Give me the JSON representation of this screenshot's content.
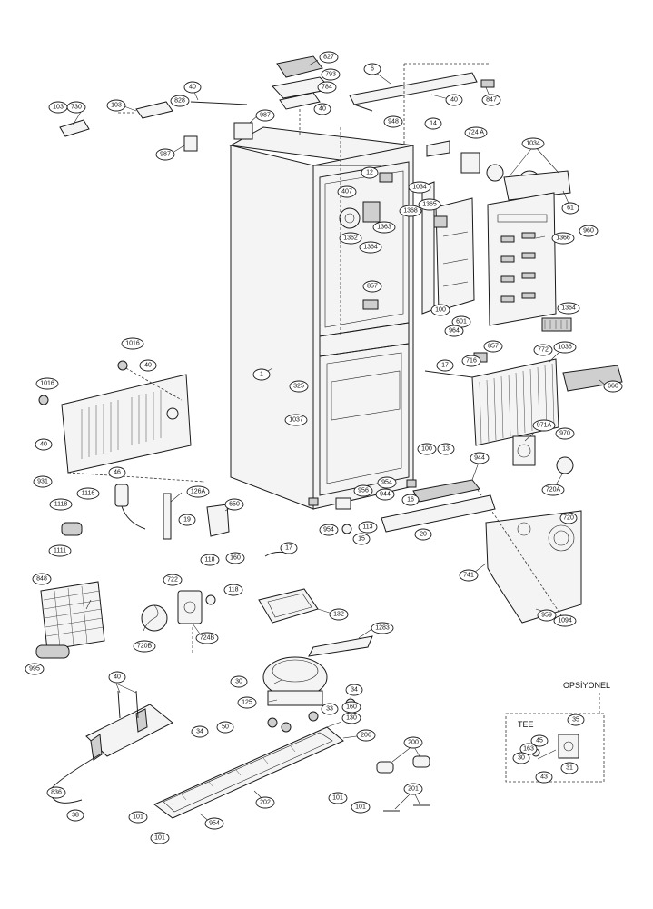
{
  "labels": {
    "l103a": "103",
    "l730": "730",
    "l103b": "103",
    "l828": "828",
    "l40a": "40",
    "l987a": "987",
    "l987b": "987",
    "l827": "827",
    "l793": "793",
    "l784": "784",
    "l40b": "40",
    "l6": "6",
    "l40c": "40",
    "l847": "847",
    "l948": "948",
    "l14": "14",
    "l724a": "724 A",
    "l1034a": "1034",
    "l12": "12",
    "l407": "407",
    "l1363": "1363",
    "l1362": "1362",
    "l1364a": "1364",
    "l1034b": "1034",
    "l1368": "1368",
    "l1365": "1365",
    "l1366": "1366",
    "l61": "61",
    "l960": "960",
    "l857a": "857",
    "l100a": "100",
    "l601": "601",
    "l964": "964",
    "l1364b": "1364",
    "l1016a": "1016",
    "l40d": "40",
    "l1016b": "1016",
    "l1": "1",
    "l325": "325",
    "l1037": "1037",
    "l857b": "857",
    "l772": "772",
    "l1036": "1036",
    "l17a": "17",
    "l716": "716",
    "l660": "660",
    "l40e": "40",
    "l931": "931",
    "l971a": "971A",
    "l970": "970",
    "l100b": "100",
    "l13": "13",
    "l944a": "944",
    "l720a": "720A",
    "l46": "46",
    "l126a": "126A",
    "l1116": "1116",
    "l1118": "1118",
    "l19": "19",
    "l650": "650",
    "l954a": "954",
    "l956": "956",
    "l944b": "944",
    "l16": "16",
    "l954b": "954",
    "l113": "113",
    "l15": "15",
    "l20": "20",
    "l1111": "1111",
    "l17b": "17",
    "l118a": "118",
    "l160a": "160",
    "l848": "848",
    "l722": "722",
    "l118b": "118",
    "l741": "741",
    "l132": "132",
    "l720b": "720B",
    "l724b": "724B",
    "l959": "959",
    "l1094": "1094",
    "l995": "995",
    "l1283": "1283",
    "l40f": "40",
    "l30a": "30",
    "l125": "125",
    "l34a": "34",
    "l50": "50",
    "l34b": "34",
    "l33": "33",
    "l160b": "160",
    "l130": "130",
    "l206": "206",
    "l200": "200",
    "l836": "836",
    "l38": "38",
    "l202": "202",
    "l101a": "101",
    "l101b": "101",
    "l101c": "101",
    "l101d": "101",
    "l954c": "954",
    "l201": "201",
    "l35": "35",
    "l45": "45",
    "l163": "163",
    "l30b": "30",
    "l31": "31",
    "l43": "43",
    "l720c": "720"
  },
  "inset": {
    "heading": "OPSİYONEL",
    "tee": "TEE"
  }
}
